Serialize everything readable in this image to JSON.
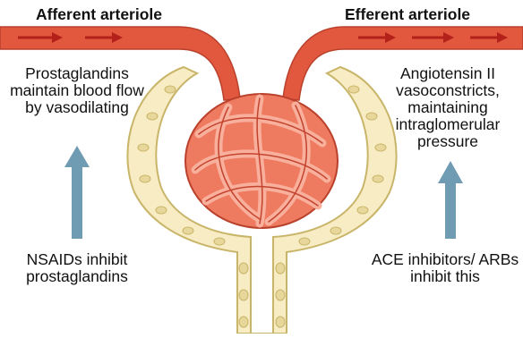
{
  "labels": {
    "afferent": "Afferent arteriole",
    "efferent": "Efferent arteriole",
    "prostaglandins": "Prostaglandins maintain blood flow by vasodilating",
    "angiotensin": "Angiotensin II vasoconstricts, maintaining intraglomerular pressure",
    "nsaids": "NSAIDs inhibit prostaglandins",
    "ace": "ACE inhibitors/ ARBs inhibit this"
  },
  "colors": {
    "vessel": "#e2583f",
    "vessel_light": "#f59a80",
    "capsule": "#f7ecc3",
    "capsule_edge": "#c9b56a",
    "flow_arrow": "#b3211a",
    "inhibit_arrow": "#6f9bb3"
  }
}
